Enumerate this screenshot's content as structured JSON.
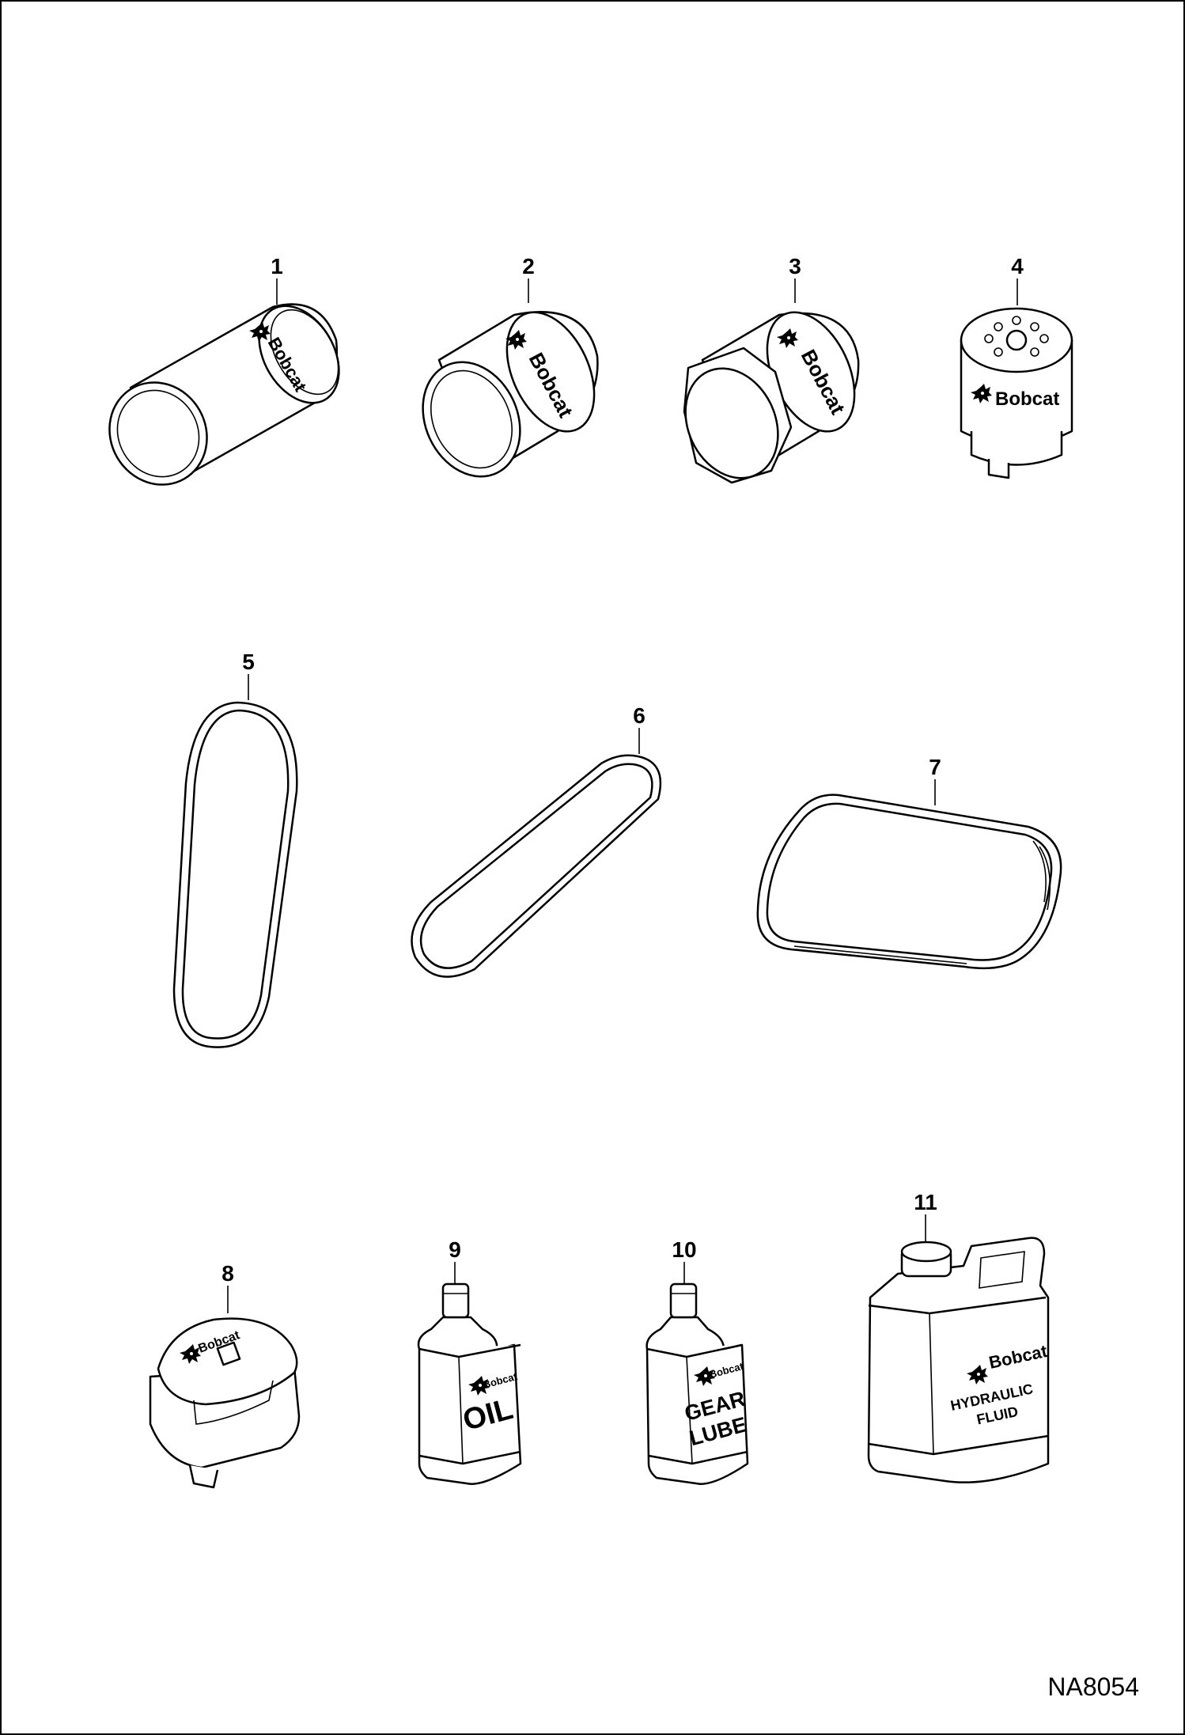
{
  "callouts": {
    "p1": "1",
    "p2": "2",
    "p3": "3",
    "p4": "4",
    "p5": "5",
    "p6": "6",
    "p7": "7",
    "p8": "8",
    "p9": "9",
    "p10": "10",
    "p11": "11"
  },
  "labels": {
    "brand": "Bobcat",
    "oil": "OIL",
    "gear_line1": "GEAR",
    "gear_line2": "LUBE",
    "hydraulic_line1": "HYDRAULIC",
    "hydraulic_line2": "FLUID"
  },
  "drawing_id": "NA8054",
  "icons": [
    "bobcat-logo-icon"
  ]
}
